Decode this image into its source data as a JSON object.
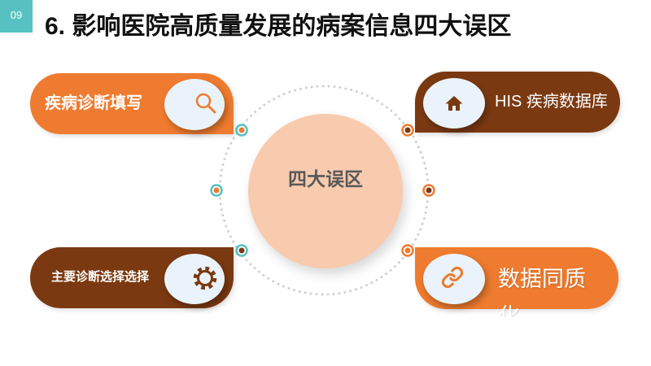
{
  "slide": {
    "number": "09",
    "title": "6. 影响医院高质量发展的病案信息四大误区"
  },
  "center": {
    "label": "四大误区"
  },
  "cards": [
    {
      "label": "疾病诊断填写",
      "icon": "search-icon",
      "color": "#ee7b2f"
    },
    {
      "label": "HIS 疾病数据库",
      "icon": "home-icon",
      "color": "#7b3911"
    },
    {
      "label": "主要诊断选择选择",
      "icon": "gear-icon",
      "color": "#7b3911"
    },
    {
      "label": "数据同质化",
      "icon": "link-icon",
      "color": "#ee7b2f"
    }
  ],
  "colors": {
    "orange": "#ee7b2f",
    "brown": "#7b3911",
    "teal": "#57c1c1",
    "peach": "#f8caae",
    "bubble": "#eaf3fb",
    "ring": "#cfcfcf"
  }
}
